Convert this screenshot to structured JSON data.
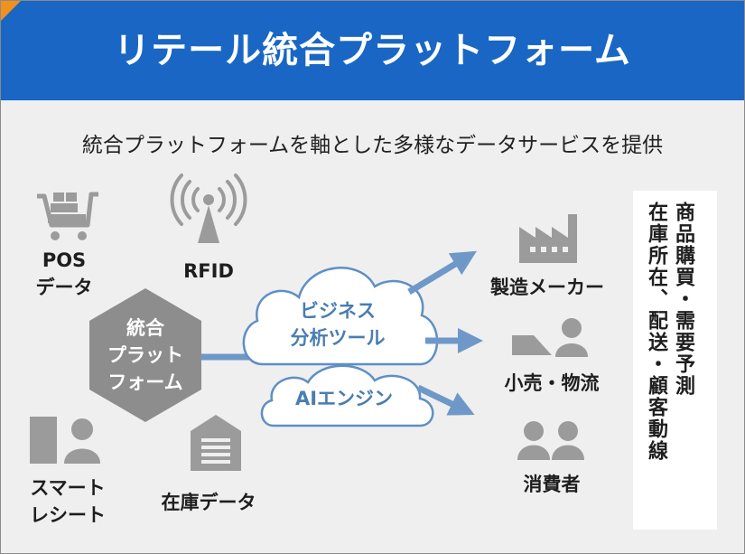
{
  "header": {
    "title": "リテール統合プラットフォーム"
  },
  "subtitle": "統合プラットフォームを軸とした多様なデータサービスを提供",
  "center": {
    "line1": "統合",
    "line2": "プラット",
    "line3": "フォーム"
  },
  "sources": {
    "pos": {
      "line1": "POS",
      "line2": "データ"
    },
    "rfid": {
      "label": "RFID"
    },
    "receipt": {
      "line1": "スマート",
      "line2": "レシート"
    },
    "inventory": {
      "label": "在庫データ"
    }
  },
  "clouds": {
    "analysis": {
      "line1": "ビジネス",
      "line2": "分析ツール"
    },
    "ai": {
      "label": "AIエンジン"
    }
  },
  "targets": {
    "maker": {
      "label": "製造メーカー"
    },
    "retail": {
      "label": "小売・物流"
    },
    "consumer": {
      "label": "消費者"
    }
  },
  "side_box": {
    "col1": "商品購買・需要予測",
    "col2": "在庫所在、配送・顧客動線"
  },
  "colors": {
    "header": "#1a66c4",
    "corner": "#f0901e",
    "icon": "#9b9b9b",
    "cloud_stroke": "#5f8fc4",
    "arrow": "#6e98c8"
  }
}
